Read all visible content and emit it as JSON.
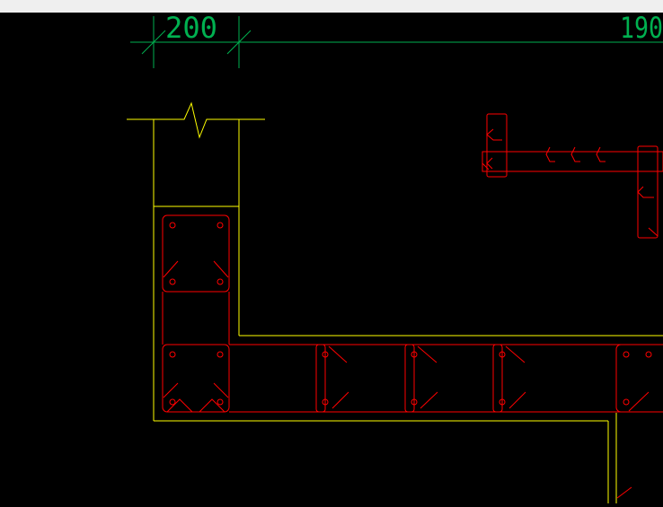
{
  "window": {
    "title": ""
  },
  "drawing": {
    "dimensions": [
      {
        "id": "dim-left",
        "text": "200"
      },
      {
        "id": "dim-right",
        "text": "190"
      }
    ],
    "colors": {
      "background": "#000000",
      "dimension": "#00b050",
      "outline": "#ffff00",
      "rebar": "#ff0000",
      "topbar": "#efefef"
    }
  }
}
